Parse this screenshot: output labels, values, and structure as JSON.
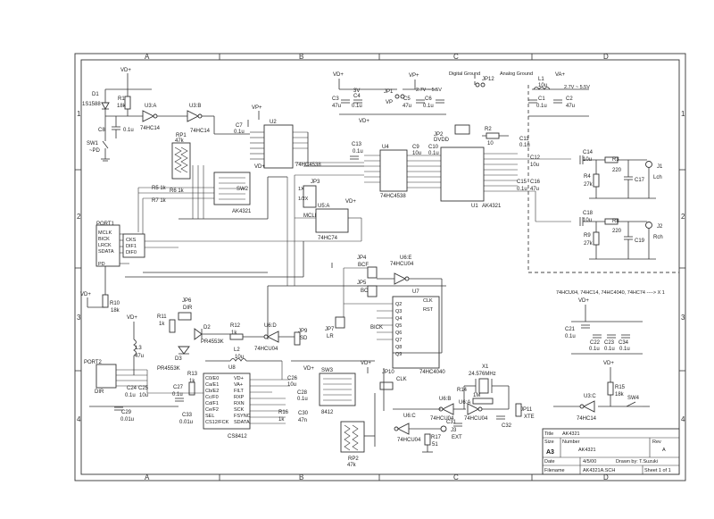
{
  "zones": {
    "columns": [
      "A",
      "B",
      "C",
      "D"
    ],
    "rows": [
      "1",
      "2",
      "3",
      "4"
    ]
  },
  "title_block": {
    "title_label": "Title",
    "title": "AK4321",
    "size_label": "Size",
    "size": "A3",
    "number_label": "Number",
    "number": "AK4321",
    "rev_label": "Rev",
    "rev": "A",
    "date_label": "Date",
    "date": "4/5/00",
    "drawn_by": "Drawn by: T.Suzuki",
    "filename_label": "Filename",
    "filename": "AK4321A.SCH",
    "sheet": "Sheet 1 of 1"
  },
  "nets": {
    "vp_plus": "VP+",
    "vd_plus": "VD+",
    "va_plus": "VA+",
    "digital_ground": "Digital Ground",
    "analog_ground": "Analog Ground",
    "v27_55_a": "2.7V ~ 5.5V",
    "v27_55_b": "2.7V ~ 5.5V",
    "three_v": "3V"
  },
  "components": {
    "d1": "D1",
    "d1_part": "1S1588",
    "r1": "R1",
    "r1_val": "18k",
    "u3a": "U3:A",
    "u3a_part": "74HC14",
    "u3b": "U3:B",
    "u3b_part": "74HC14",
    "c8": "C8",
    "c8_val": "0.1u",
    "sw1": "SW1",
    "sw1_pin": "~PD",
    "c7": "C7",
    "c7_val": "0.1u",
    "rp1": "RP1",
    "rp1_val": "47k",
    "u2_part": "74HC4538",
    "r5": "R5 1k",
    "r6": "R6 1k",
    "r7": "R7 1k",
    "sw2": "SW2",
    "ak4321_l": "AK4321",
    "port1": "PORT1",
    "r10": "R10",
    "r10_val": "18k",
    "c3": "C3",
    "c3_val": "47u",
    "c4": "C4",
    "c4_val": "0.1u",
    "jp1": "JP1",
    "jp1_lbl": "VP",
    "c5": "C5",
    "c5_val": "47u",
    "c6": "C6",
    "c6_val": "0.1u",
    "jp12": "JP12",
    "l1": "L1",
    "l1_val": "10u",
    "c1": "C1",
    "c1_val": "0.1u",
    "c2": "C2",
    "c2_val": "47u",
    "jp2": "JP2",
    "dvdd": "DVDD",
    "r2": "R2",
    "r2_val": "10",
    "c11": "C11",
    "c11_val": "0.1u",
    "c12": "C12",
    "c12_val": "10u",
    "c13": "C13",
    "c13_val": "0.1u",
    "u4_part": "74HC4538",
    "c9": "C9",
    "c9_val": "10u",
    "c10": "C10",
    "c10_val": "0.1u",
    "u1": "U1",
    "u1_part": "AK4321",
    "c15": "C15",
    "c16": "C16",
    "c15_val": "0.1u",
    "c16_val": "47u",
    "c14": "C14",
    "c14_val": "10u",
    "r3": "R3",
    "r3_val": "220",
    "r4": "R4",
    "r4_val": "27k",
    "c17": "C17",
    "j1": "J1",
    "j1_lbl": "Lch",
    "c18": "C18",
    "c18_val": "10u",
    "r8": "R8",
    "r8_val": "220",
    "r9": "R9",
    "r9_val": "27k",
    "c19": "C19",
    "j2": "J2",
    "j2_lbl": "Rch",
    "jp3": "JP3",
    "mclk": "MCLK",
    "u5a": "U5:A",
    "u5a_part": "74HC74",
    "jp4": "JP4",
    "bcf": "BCF",
    "u6e": "U6:E",
    "u6e_part": "74HCU04",
    "jp5": "JP5",
    "bc": "BC",
    "u7": "U7",
    "u7_part": "74HC4040",
    "jp7": "JP7",
    "jp7_lr": "LR",
    "bick": "BICK",
    "jp6": "JP6",
    "jp6_lbl": "DIR",
    "r11": "R11",
    "r11_val": "1k",
    "d2": "D2",
    "d2_part": "PR4553K",
    "r12": "R12",
    "r12_val": "1k",
    "u6d": "U6:D",
    "u6d_part": "74HCU04",
    "jp9": "JP9",
    "jp9_lbl": "SD",
    "d3": "D3",
    "d3_part": "PR4553K",
    "l2": "L2",
    "l2_val": "10u",
    "port2": "PORT2",
    "port2_lbl": "DIR",
    "l3": "L3",
    "l3_val": "47u",
    "r13": "R13",
    "r13_val": "1k",
    "u8": "U8",
    "u8_part": "CS8412",
    "c27": "C27",
    "c27_val": "0.1u",
    "c24": "C24",
    "c25": "C25",
    "c24_val": "0.1u",
    "c25_val": "10u",
    "c29": "C29",
    "c29_val": "0.01u",
    "c33": "C33",
    "c33_val": "0.01u",
    "c26": "C26",
    "c26_val": "10u",
    "c28": "C28",
    "c28_val": "0.1u",
    "r16": "R16",
    "r16_val": "1k",
    "c30": "C30",
    "c30_val": "47n",
    "sw3": "SW3",
    "sw3_part": "8412",
    "jp10": "JP10",
    "jp10_lbl": "CLK",
    "rp2": "RP2",
    "rp2_val": "47k",
    "x1": "X1",
    "x1_val": "24.576MHz",
    "r14": "R14",
    "r14_val": "1M",
    "u6b": "U6:B",
    "u6b_part": "74HCU04",
    "u6a": "U6:A",
    "u6a_part": "74HCU04",
    "c31": "C31",
    "c32": "C32",
    "jp11": "JP11",
    "jp11_lbl": "XTE",
    "u6c": "U6:C",
    "u6c_part": "74HCU04",
    "r17": "R17",
    "r17_val": "51",
    "j3": "J3",
    "j3_lbl": "EXT",
    "r15": "R15",
    "r15_val": "18k",
    "u3c": "U3:C",
    "u3c_part": "74HC14",
    "sw4": "SW4",
    "c21": "C21",
    "c21_val": "0.1u",
    "c22": "C22",
    "c23": "C23",
    "c34": "C34",
    "c22_val": "0.1u",
    "c23_val": "0.1u",
    "c34_val": "0.1u",
    "bypass_note": "74HCU04, 74HC14, 74HC4040, 74HC74 ----> X 1"
  }
}
